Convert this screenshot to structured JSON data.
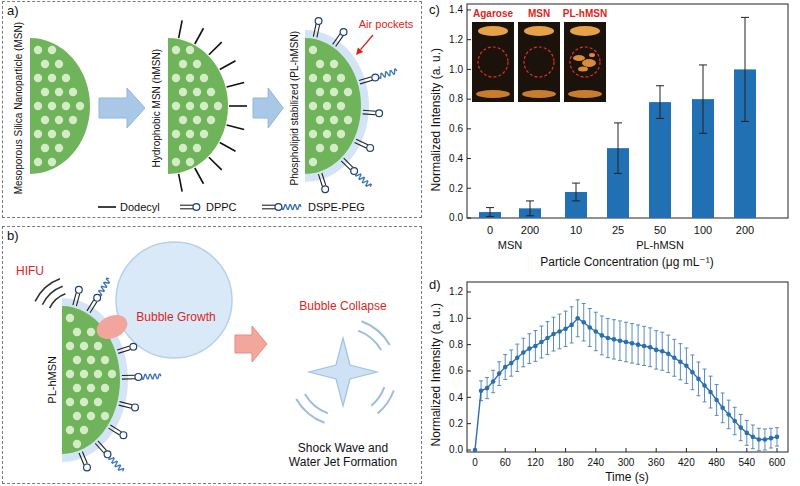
{
  "diagram": {
    "nodes": [
      {
        "text": [
          "a)"
        ]
      },
      {
        "text": [
          "Mesoporous Silica Nanoparticle (MSN)"
        ],
        "in": 0
      },
      {
        "text": [
          "Hydrophobic MSN (hMSN)"
        ],
        "in": 0
      },
      {
        "text": [
          "Phospholipid stabilized (PL-hMSN)"
        ],
        "in": 0
      },
      {
        "text": [
          "b)"
        ]
      },
      {
        "text": [
          "Bubble Growth"
        ],
        "in": 4
      },
      {
        "text": [
          "Bubble Collapse",
          "Shock Wave and Water Jet Formation"
        ],
        "in": 4
      }
    ],
    "edges": [
      {
        "from": 1,
        "to": 2,
        "arrow": "to"
      },
      {
        "from": 2,
        "to": 3,
        "arrow": "to"
      },
      {
        "from": 5,
        "to": 6,
        "arrow": "to"
      }
    ],
    "labels": [
      "Air pockets",
      "HIFU",
      "PL-hMSN",
      "c)",
      "Normalized Intensity (a. u.)",
      "0.0",
      "0.2",
      "0.4",
      "0.6",
      "0.8",
      "1.0",
      "1.2",
      "1.4",
      "0",
      "200",
      "10",
      "25",
      "50",
      "100",
      "200",
      "MSN",
      "PL-hMSN",
      "Particle Concentration (μg mL⁻¹)",
      "Agarose",
      "MSN",
      "PL-hMSN",
      "d)",
      "Normalized Intensity (a. u.)",
      "0.0",
      "0.2",
      "0.4",
      "0.6",
      "0.8",
      "1.0",
      "1.2",
      "0",
      "60",
      "120",
      "180",
      "240",
      "300",
      "360",
      "420",
      "480",
      "540",
      "600",
      "Time (s)"
    ],
    "legend": [
      {
        "text": "Dodecyl"
      },
      {
        "text": "DPPC"
      },
      {
        "text": "DSPE-PEG"
      }
    ]
  }
}
